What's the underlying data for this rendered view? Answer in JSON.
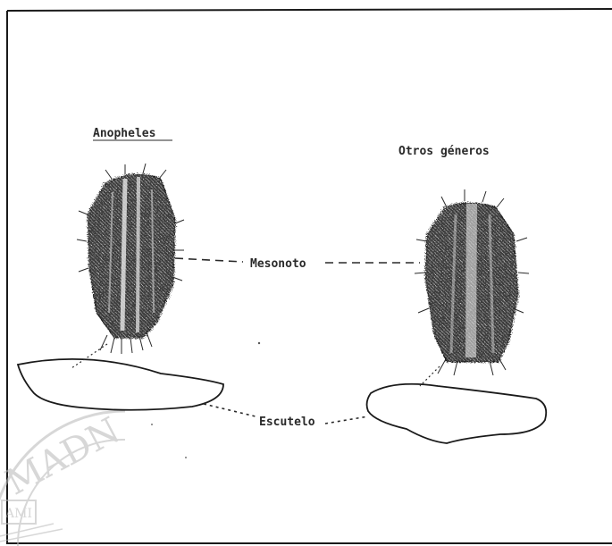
{
  "labels": {
    "left_title": "Anopheles",
    "right_title": "Otros géneros",
    "mesonoto": "Mesonoto",
    "escutelo": "Escutelo"
  },
  "watermark": {
    "letters": "MADN",
    "inner": "AMI"
  },
  "colors": {
    "ink": "#2a2a2a",
    "frame": "#1a1a1a",
    "watermark": "#b8b8b8"
  }
}
